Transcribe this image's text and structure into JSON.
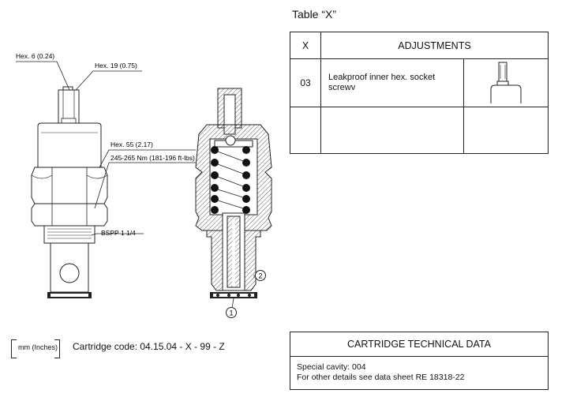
{
  "table_x": {
    "title": "Table “X”",
    "col_x": "X",
    "col_adjustments": "ADJUSTMENTS",
    "rows": [
      {
        "x": "03",
        "description": "Leakproof inner hex. socket screwv"
      },
      {
        "x": "",
        "description": ""
      }
    ]
  },
  "drawing": {
    "hex6": "Hex. 6 (0.24)",
    "hex19": "Hex. 19 (0.75)",
    "hex55": "Hex. 55 (2.17)",
    "torque": "245-265 Nm (181-196 ft-lbs)",
    "thread": "BSPP 1 1/4",
    "callout_1": "1",
    "callout_2": "2"
  },
  "units_box": "mm (Inches)",
  "cartridge_code": "Cartridge code: 04.15.04 - X - 99 - Z",
  "tech_data": {
    "title": "CARTRIDGE TECHNICAL DATA",
    "line1": "Special cavity: 004",
    "line2": "For other details see data sheet RE 18318-22"
  }
}
